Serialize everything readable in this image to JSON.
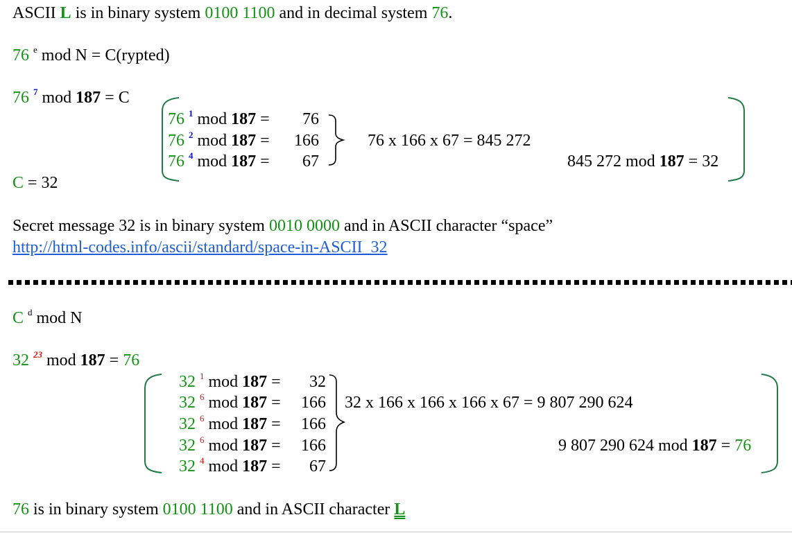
{
  "line1": {
    "a": "ASCII ",
    "L": "L",
    "b": " is in binary system ",
    "bin": "0100 1100",
    "c": " and in decimal system ",
    "dec": "76",
    "d": "."
  },
  "line2": {
    "base": "76",
    "exp": "e",
    "rest": " mod N = C(rypted)"
  },
  "line3": {
    "base": "76",
    "exp": "7",
    "mid": " mod ",
    "mod": "187",
    "rest": " = C"
  },
  "enc_rows": [
    {
      "base": "76",
      "exp": "1",
      "mod_text": "mod",
      "modulus": "187",
      "eq": "=",
      "result": "76"
    },
    {
      "base": "76",
      "exp": "2",
      "mod_text": "mod",
      "modulus": "187",
      "eq": "=",
      "result": "166"
    },
    {
      "base": "76",
      "exp": "4",
      "mod_text": "mod",
      "modulus": "187",
      "eq": "=",
      "result": "67"
    }
  ],
  "enc_product": "76 x 166 x 67 = 845 272",
  "enc_final": {
    "a": "845 272 mod ",
    "mod": "187",
    "b": " = 32"
  },
  "c_line": {
    "c": "C",
    "rest": " = 32"
  },
  "secret": {
    "a": "Secret message 32 is in binary system ",
    "bin": "0010 0000",
    "b": " and in ASCII character “space”"
  },
  "link": "http://html-codes.info/ascii/standard/space-in-ASCII_32",
  "dec_line1": {
    "c": "C",
    "exp": "d",
    "rest": " mod N"
  },
  "dec_line2": {
    "base": "32",
    "exp": "23",
    "mid": " mod ",
    "mod": "187",
    "eq": " = ",
    "res": "76"
  },
  "dec_rows": [
    {
      "base": "32",
      "exp": "1",
      "mod_text": "mod",
      "modulus": "187",
      "eq": "=",
      "result": "32"
    },
    {
      "base": "32",
      "exp": "6",
      "mod_text": "mod",
      "modulus": "187",
      "eq": "=",
      "result": "166"
    },
    {
      "base": "32",
      "exp": "6",
      "mod_text": "mod",
      "modulus": "187",
      "eq": "=",
      "result": "166"
    },
    {
      "base": "32",
      "exp": "6",
      "mod_text": "mod",
      "modulus": "187",
      "eq": "=",
      "result": "166"
    },
    {
      "base": "32",
      "exp": "4",
      "mod_text": "mod",
      "modulus": "187",
      "eq": "=",
      "result": "67"
    }
  ],
  "dec_product": "32 x 166 x 166 x 166 x 67 = 9 807 290 624",
  "dec_final": {
    "a": "9 807 290 624 mod ",
    "mod": "187",
    "eq": " = ",
    "res": "76"
  },
  "last": {
    "a": "76",
    "b": " is in binary system ",
    "bin": "0100 1100",
    "c": " and in ASCII character ",
    "L": "L"
  },
  "colors": {
    "green": "#139313",
    "blue": "#0b12c7",
    "red": "#e01010",
    "link": "#1f5ed6"
  }
}
